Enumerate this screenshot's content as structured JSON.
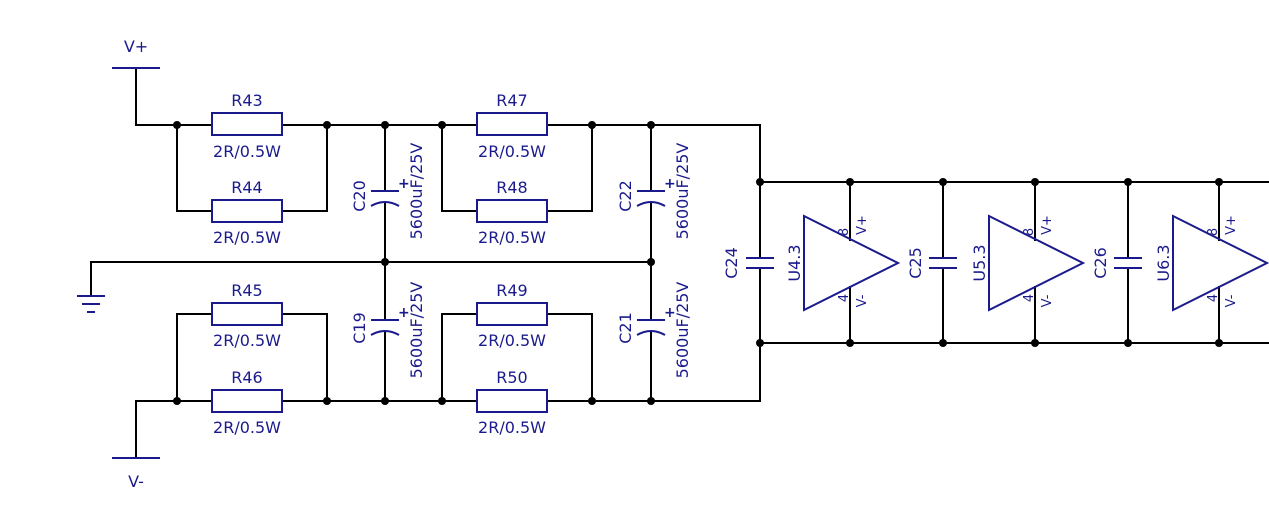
{
  "power": {
    "vplus_label": "V+",
    "vminus_label": "V-"
  },
  "resistors": [
    {
      "ref": "R43",
      "value": "2R/0.5W"
    },
    {
      "ref": "R44",
      "value": "2R/0.5W"
    },
    {
      "ref": "R45",
      "value": "2R/0.5W"
    },
    {
      "ref": "R46",
      "value": "2R/0.5W"
    },
    {
      "ref": "R47",
      "value": "2R/0.5W"
    },
    {
      "ref": "R48",
      "value": "2R/0.5W"
    },
    {
      "ref": "R49",
      "value": "2R/0.5W"
    },
    {
      "ref": "R50",
      "value": "2R/0.5W"
    }
  ],
  "electrolytics": [
    {
      "ref": "C20",
      "value": "5600uF/25V",
      "polarity": "+"
    },
    {
      "ref": "C19",
      "value": "5600uF/25V",
      "polarity": "+"
    },
    {
      "ref": "C22",
      "value": "5600uF/25V",
      "polarity": "+"
    },
    {
      "ref": "C21",
      "value": "5600uF/25V",
      "polarity": "+"
    }
  ],
  "opamps": [
    {
      "cap_ref": "C24",
      "ref": "U4.3",
      "pin_top": "8",
      "pin_top_name": "V+",
      "pin_bot": "4",
      "pin_bot_name": "V-"
    },
    {
      "cap_ref": "C25",
      "ref": "U5.3",
      "pin_top": "8",
      "pin_top_name": "V+",
      "pin_bot": "4",
      "pin_bot_name": "V-"
    },
    {
      "cap_ref": "C26",
      "ref": "U6.3",
      "pin_top": "8",
      "pin_top_name": "V+",
      "pin_bot": "4",
      "pin_bot_name": "V-"
    }
  ],
  "colors": {
    "wire": "#000000",
    "component": "#1a1a8c"
  }
}
